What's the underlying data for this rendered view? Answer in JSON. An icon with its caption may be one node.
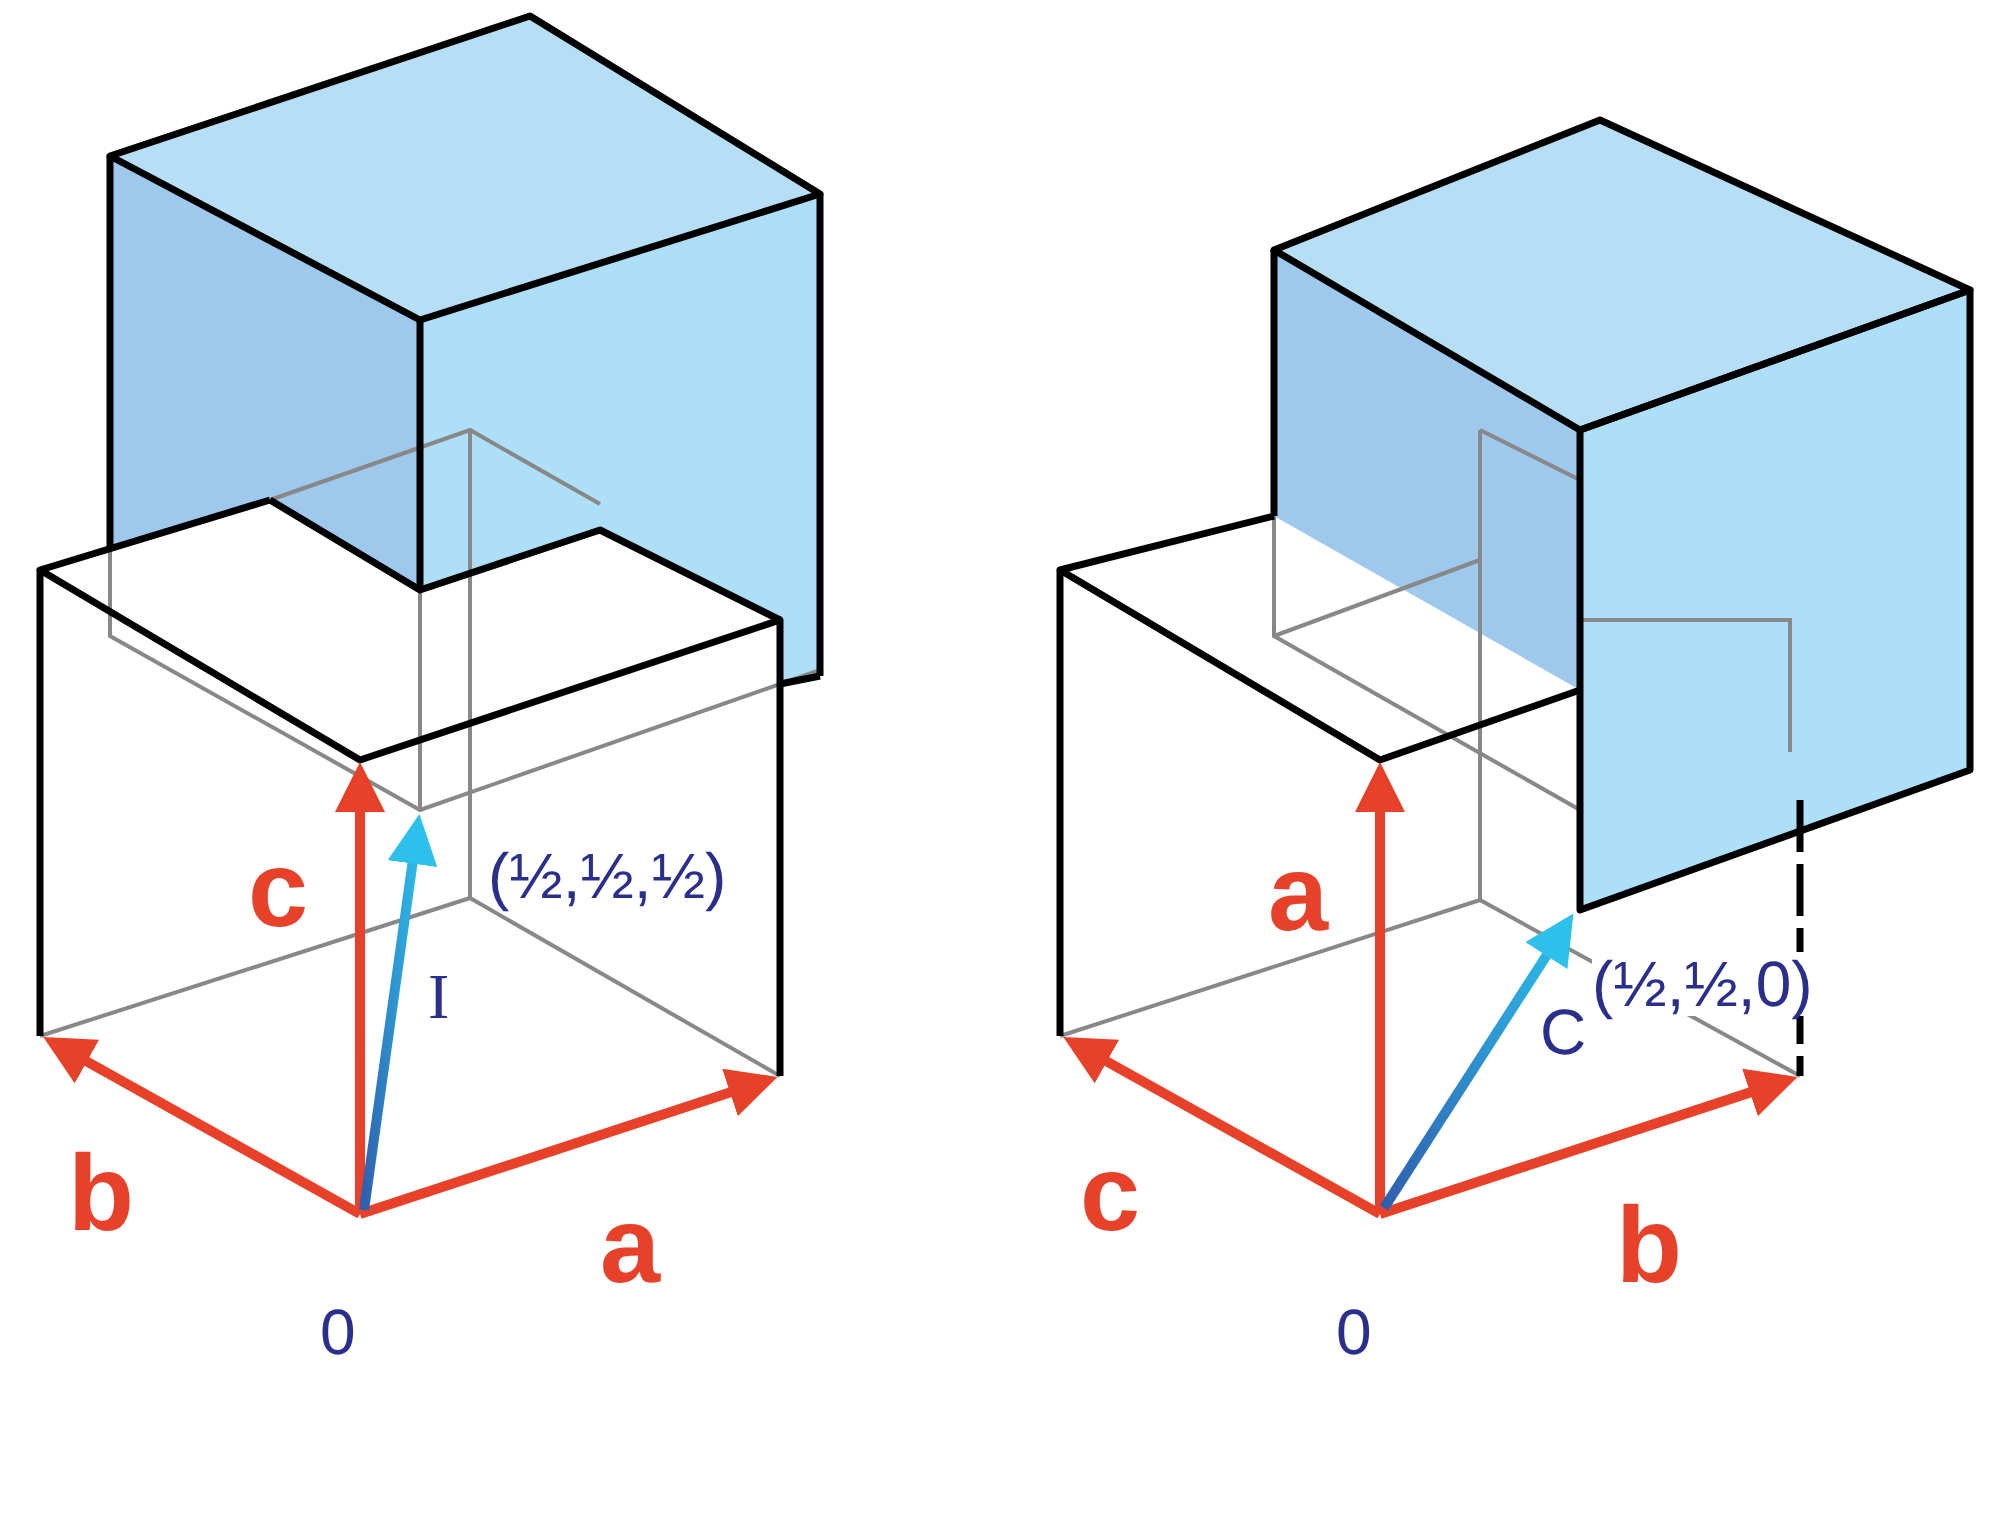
{
  "diagram": {
    "labels": [
      "c",
      "(½,½,½)",
      "I",
      "b",
      "a",
      "0",
      "a",
      "(½,½,0)",
      "C",
      "c",
      "b",
      "0"
    ]
  }
}
